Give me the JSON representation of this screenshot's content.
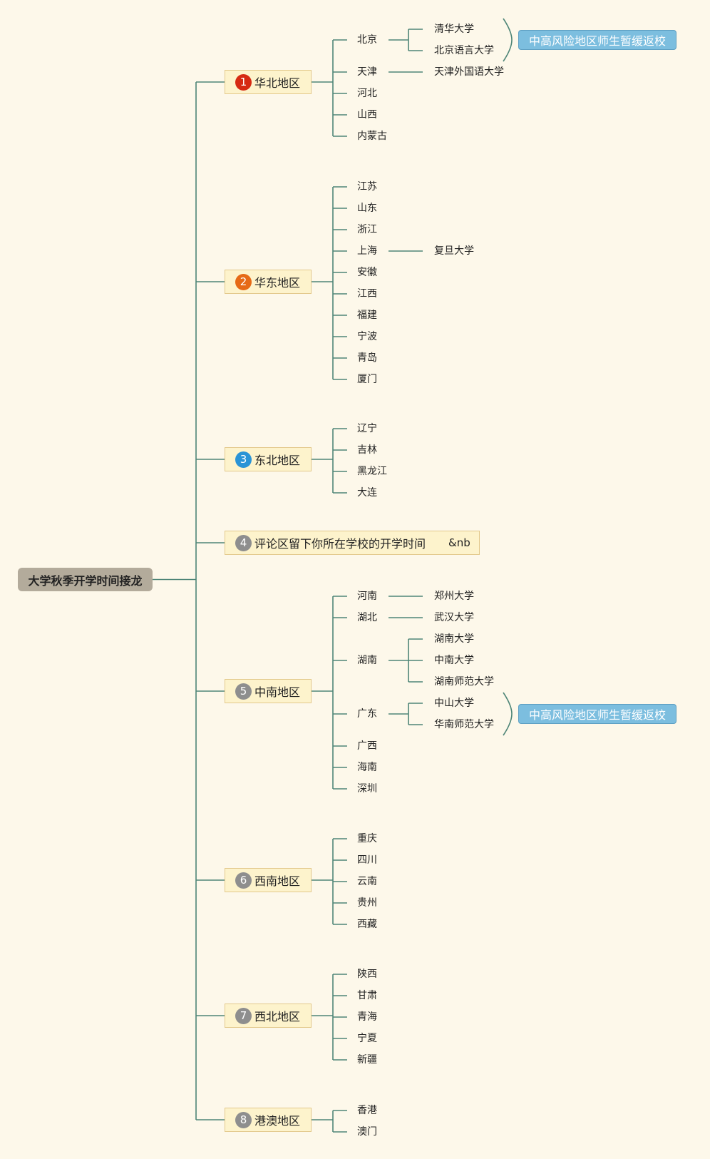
{
  "root": {
    "label": "大学秋季开学时间接龙"
  },
  "colors": {
    "line": "#4e8577",
    "background": "#fdf8ea"
  },
  "regions": [
    {
      "number": "1",
      "label": "华北地区",
      "badge_color": "#d62a12",
      "provinces": [
        {
          "name": "北京",
          "schools": [
            "清华大学",
            "北京语言大学"
          ]
        },
        {
          "name": "天津",
          "schools": [
            "天津外国语大学"
          ]
        },
        {
          "name": "河北",
          "schools": []
        },
        {
          "name": "山西",
          "schools": []
        },
        {
          "name": "内蒙古",
          "schools": []
        }
      ]
    },
    {
      "number": "2",
      "label": "华东地区",
      "badge_color": "#e66a16",
      "provinces": [
        {
          "name": "江苏",
          "schools": []
        },
        {
          "name": "山东",
          "schools": []
        },
        {
          "name": "浙江",
          "schools": []
        },
        {
          "name": "上海",
          "schools": [
            "复旦大学"
          ]
        },
        {
          "name": "安徽",
          "schools": []
        },
        {
          "name": "江西",
          "schools": []
        },
        {
          "name": "福建",
          "schools": []
        },
        {
          "name": "宁波",
          "schools": []
        },
        {
          "name": "青岛",
          "schools": []
        },
        {
          "name": "厦门",
          "schools": []
        }
      ]
    },
    {
      "number": "3",
      "label": "东北地区",
      "badge_color": "#2a94d6",
      "provinces": [
        {
          "name": "辽宁",
          "schools": []
        },
        {
          "name": "吉林",
          "schools": []
        },
        {
          "name": "黑龙江",
          "schools": []
        },
        {
          "name": "大连",
          "schools": []
        }
      ]
    },
    {
      "number": "4",
      "label": "评论区留下你所在学校的开学时间",
      "extra": "&nb",
      "badge_color": "#8e8e8e",
      "provinces": []
    },
    {
      "number": "5",
      "label": "中南地区",
      "badge_color": "#8e8e8e",
      "provinces": [
        {
          "name": "河南",
          "schools": [
            "郑州大学"
          ]
        },
        {
          "name": "湖北",
          "schools": [
            "武汉大学"
          ]
        },
        {
          "name": "湖南",
          "schools": [
            "湖南大学",
            "中南大学",
            "湖南师范大学"
          ]
        },
        {
          "name": "广东",
          "schools": [
            "中山大学",
            "华南师范大学"
          ]
        },
        {
          "name": "广西",
          "schools": []
        },
        {
          "name": "海南",
          "schools": []
        },
        {
          "name": "深圳",
          "schools": []
        }
      ]
    },
    {
      "number": "6",
      "label": "西南地区",
      "badge_color": "#8e8e8e",
      "provinces": [
        {
          "name": "重庆",
          "schools": []
        },
        {
          "name": "四川",
          "schools": []
        },
        {
          "name": "云南",
          "schools": []
        },
        {
          "name": "贵州",
          "schools": []
        },
        {
          "name": "西藏",
          "schools": []
        }
      ]
    },
    {
      "number": "7",
      "label": "西北地区",
      "badge_color": "#8e8e8e",
      "provinces": [
        {
          "name": "陕西",
          "schools": []
        },
        {
          "name": "甘肃",
          "schools": []
        },
        {
          "name": "青海",
          "schools": []
        },
        {
          "name": "宁夏",
          "schools": []
        },
        {
          "name": "新疆",
          "schools": []
        }
      ]
    },
    {
      "number": "8",
      "label": "港澳地区",
      "badge_color": "#8e8e8e",
      "provinces": [
        {
          "name": "香港",
          "schools": []
        },
        {
          "name": "澳门",
          "schools": []
        }
      ]
    }
  ],
  "notes": [
    {
      "label": "中高风险地区师生暂缓返校",
      "region": 0,
      "province": 0
    },
    {
      "label": "中高风险地区师生暂缓返校",
      "region": 4,
      "province": 3
    }
  ]
}
